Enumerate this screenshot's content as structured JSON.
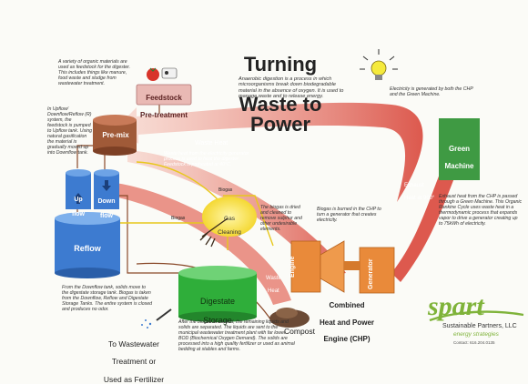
{
  "title": {
    "line1": "Turning",
    "line2": "Waste to Power"
  },
  "intro_text": "Anaerobic digestion is a process in which microorganisms break down biodegradable material in the absence of oxygen. It is used to manage waste and to release energy.",
  "feedstock": {
    "note": "A variety of organic materials are used as feedstock for the digester. This includes things like manure, food waste and sludge from wastewater treatment.",
    "label_line1": "Feedstock",
    "label_line2": "Pre-treatment"
  },
  "premix": {
    "label": "Pre-mix",
    "note": "In Upflow/ Downflow/Reflow (R) system, the feedstock is pumped to Upflow tank. Using natural gasification the material is gradually moved up into Downflow tank."
  },
  "upflow": {
    "line1": "Up",
    "line2": "flow"
  },
  "downflow": {
    "line1": "Down",
    "line2": "flow"
  },
  "reflow": {
    "label": "Reflow",
    "note": "From the Downflow tank, solids move to the digestate storage tank. Biogas is taken from the Downflow, Reflow and Digestate Storage Tanks. The entire system is closed and produces no odor."
  },
  "waste_heat": {
    "label": "Waste Heat",
    "note": "Waste heat from the electricity generator process is used to heat the digester. Feedstock is preheated at 40°C."
  },
  "gas_cleaning": {
    "label_line1": "Gas",
    "label_line2": "Cleaning",
    "note": "The biogas is dried and cleaned to remove sulphur and other undesirable elements.",
    "biogas_top": "Biogas",
    "biogas_left": "Biogas"
  },
  "digestate": {
    "label_line1": "Digestate",
    "label_line2": "Storage",
    "note": "After the biogas is created, the remaining liquids and solids are separated. The liquids are sent to the municipal wastewater treatment plant with far lower BOD (Biochemical Oxygen Demand). The solids are processed into a high quality fertilizer or used as animal bedding at stables and farms."
  },
  "wastewater": {
    "line1": "To Wastewater",
    "line2": "Treatment or",
    "line3": "Used as Fertilizer"
  },
  "compost": {
    "label": "Compost"
  },
  "chp": {
    "note": "Biogas is burned in the CHP to turn a generator that creates electricity.",
    "engine_label": "Engine",
    "generator_label": "Generator",
    "waste_heat_label_line1": "Waste",
    "waste_heat_label_line2": "Heat",
    "title_line1": "Combined",
    "title_line2": "Heat and Power",
    "title_line3": "Engine (CHP)"
  },
  "electricity_note": "Electricity is generated by both the CHP and the Green Machine.",
  "green_machine": {
    "label_line1": "Green",
    "label_line2": "Machine",
    "note": "Exhaust heat from the CHP is passed through a Green Machine. This Organic Rankine Cycle uses waste heat in a thermodynamic process that expands vapor to drive a generator creating up to 75kWh of electricity."
  },
  "exhaust": {
    "line1": "Exhaust",
    "line2": "Heat at 900°"
  },
  "logo": {
    "name": "spart",
    "company": "Sustainable Partners, LLC",
    "tagline": "energy strategies",
    "contact": "Contact: 616.204.0135"
  },
  "colors": {
    "heat_red": "#d9473b",
    "biogas_yellow": "#f2d21b",
    "tank_blue": "#3d7bd0",
    "green_tank": "#2fae3a",
    "engine_orange": "#e98a3a",
    "feedstock_pink": "#e9b9b4",
    "logo_green": "#7fb33a"
  }
}
